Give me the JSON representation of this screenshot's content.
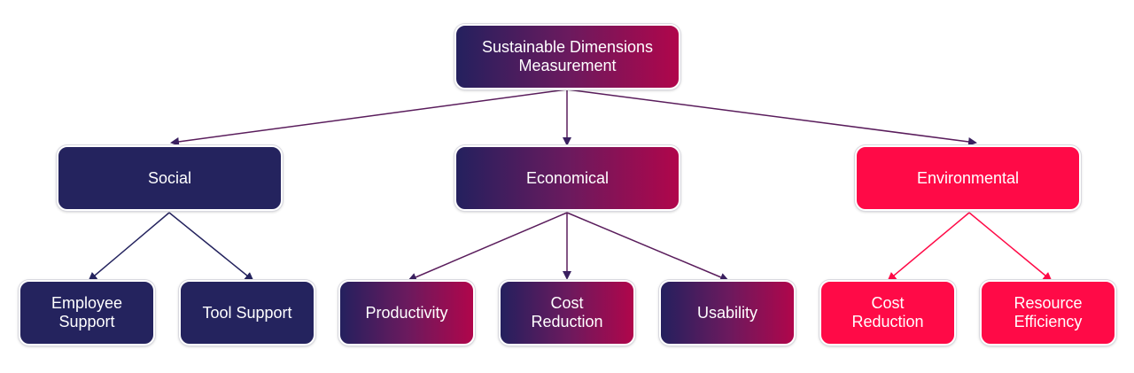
{
  "colors": {
    "navy": "#24235e",
    "red": "#ff0a47",
    "gradient_start": "#24205e",
    "gradient_end": "#b0064b"
  },
  "root": {
    "label": "Sustainable Dimensions\nMeasurement"
  },
  "dimensions": [
    {
      "label": "Social",
      "children": [
        {
          "label": "Employee\nSupport"
        },
        {
          "label": "Tool Support"
        }
      ]
    },
    {
      "label": "Economical",
      "children": [
        {
          "label": "Productivity"
        },
        {
          "label": "Cost\nReduction"
        },
        {
          "label": "Usability"
        }
      ]
    },
    {
      "label": "Environmental",
      "children": [
        {
          "label": "Cost\nReduction"
        },
        {
          "label": "Resource\nEfficiency"
        }
      ]
    }
  ]
}
